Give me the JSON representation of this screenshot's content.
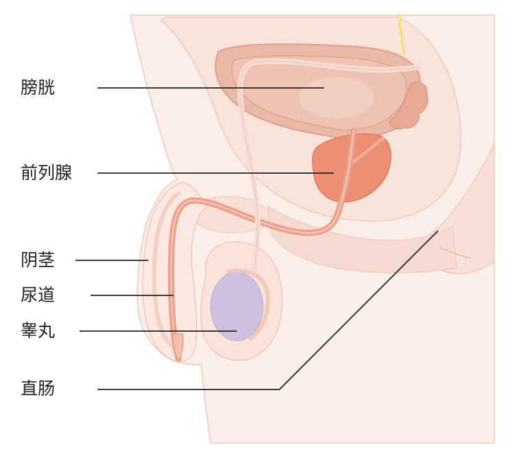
{
  "labels": {
    "bladder": "膀胱",
    "prostate": "前列腺",
    "penis": "阴茎",
    "urethra": "尿道",
    "testicle": "睾丸",
    "rectum": "直肠"
  },
  "colors": {
    "skin_light": "#fcefe9",
    "skin_mid": "#f7e1d7",
    "skin_outline": "#f0c9bb",
    "bladder": "#ecb4a4",
    "bladder_dark": "#e3a18f",
    "prostate": "#ec8f74",
    "urethra": "#e9a08a",
    "testicle": "#cfc0e0",
    "nerve": "#f4e27a",
    "leader_line": "#222222"
  }
}
